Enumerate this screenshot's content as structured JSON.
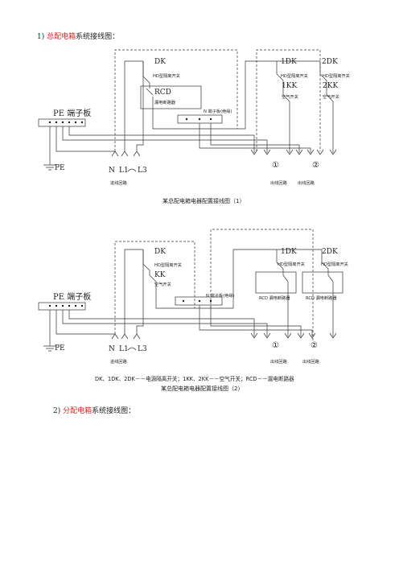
{
  "heading1": {
    "num": "1)",
    "red": "总配电箱",
    "rest": "系统接线图："
  },
  "heading2": {
    "num": "2)",
    "red": "分配电箱",
    "rest": "系统接线图："
  },
  "d1": {
    "pe_board": "PE 端子板",
    "pe": "PE",
    "n_label": "N",
    "l1": "L1",
    "l3": "L3",
    "in_circuit": "进线回路",
    "dk": "DK",
    "hd1": "HD型隔离开关",
    "rcd": "RCD",
    "rcd_desc": "漏电断路器",
    "n_board": "N 端子板(绝缘)",
    "dk1": "1DK",
    "dk2": "2DK",
    "hd2": "HD型隔离开关",
    "hd3": "HD型隔离开关",
    "kk1": "1KK",
    "kk2": "2KK",
    "air1": "空气开关",
    "air2": "空气开关",
    "c1": "①",
    "c2": "②",
    "out1": "出线回路",
    "out2": "出线回路",
    "caption": "某总配电箱电器配置接线图（1）"
  },
  "d2": {
    "pe_board": "PE 端子板",
    "pe": "PE",
    "n_label": "N",
    "l1": "L1",
    "l3": "L3",
    "in_circuit": "进线回路",
    "dk": "DK",
    "hd1": "HD型隔离开关",
    "kk": "KK",
    "air": "空气开关",
    "n_board": "N 端子板(绝缘)",
    "dk1": "1DK",
    "dk2": "2DK",
    "hd2": "HD型隔离开关",
    "hd3": "HD型隔离开关",
    "rcd1": "RCD 漏电断路器",
    "rcd2": "RCD 漏电断路器",
    "c1": "①",
    "c2": "②",
    "out1": "出线回路",
    "out2": "出线回路",
    "legend": "DK、1DK、2DK－－电源隔离开关；1KK、2KK－－空气开关；RCD－－漏电断路器",
    "caption": "某总配电箱电器配置接线图（2）"
  }
}
